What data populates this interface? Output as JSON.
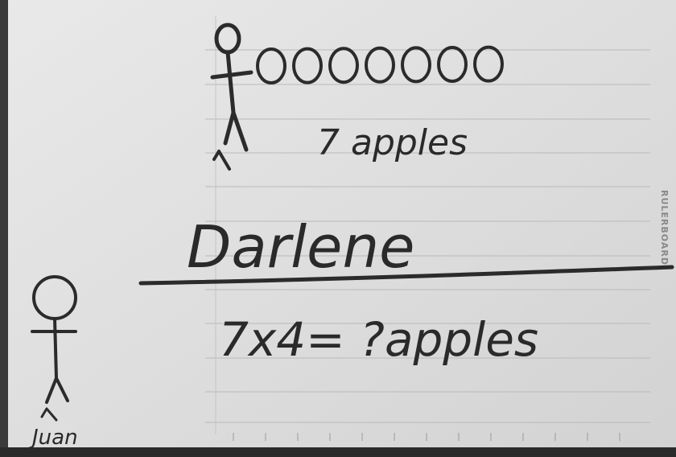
{
  "note": {
    "top_label": "7 apples",
    "name_top": "Darlene",
    "equation": "7x4= ?apples",
    "name_bottom": "Juan",
    "brand": "RULERBOARD",
    "circle_count": 7
  }
}
